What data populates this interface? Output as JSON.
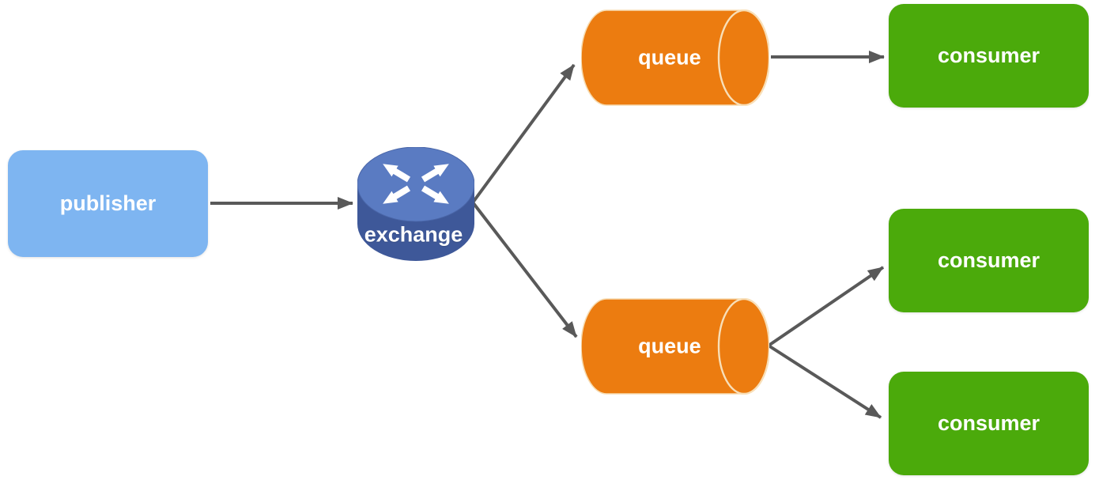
{
  "nodes": {
    "publisher": {
      "label": "publisher",
      "color": "#7EB5F1",
      "text_color": "#FFFFFF"
    },
    "exchange": {
      "label": "exchange",
      "icon": "router-arrows-icon",
      "top_color": "#5A7BC2",
      "side_color": "#3E5899",
      "glyph_color": "#FFFFFF"
    },
    "queue_top": {
      "label": "queue",
      "color": "#EC7C10",
      "rim_color": "#F8DFB8"
    },
    "queue_bottom": {
      "label": "queue",
      "color": "#EC7C10",
      "rim_color": "#F8DFB8"
    },
    "consumer_top": {
      "label": "consumer",
      "color": "#4BAA0B",
      "text_color": "#FFFFFF"
    },
    "consumer_middle": {
      "label": "consumer",
      "color": "#4BAA0B",
      "text_color": "#FFFFFF"
    },
    "consumer_bottom": {
      "label": "consumer",
      "color": "#4BAA0B",
      "text_color": "#FFFFFF"
    }
  },
  "edges": [
    {
      "from": "publisher",
      "to": "exchange"
    },
    {
      "from": "exchange",
      "to": "queue_top"
    },
    {
      "from": "exchange",
      "to": "queue_bottom"
    },
    {
      "from": "queue_top",
      "to": "consumer_top"
    },
    {
      "from": "queue_bottom",
      "to": "consumer_middle"
    },
    {
      "from": "queue_bottom",
      "to": "consumer_bottom"
    }
  ],
  "colors": {
    "background": "#FFFFFF",
    "arrow": "#595959",
    "label_text": "#FFFFFF"
  }
}
